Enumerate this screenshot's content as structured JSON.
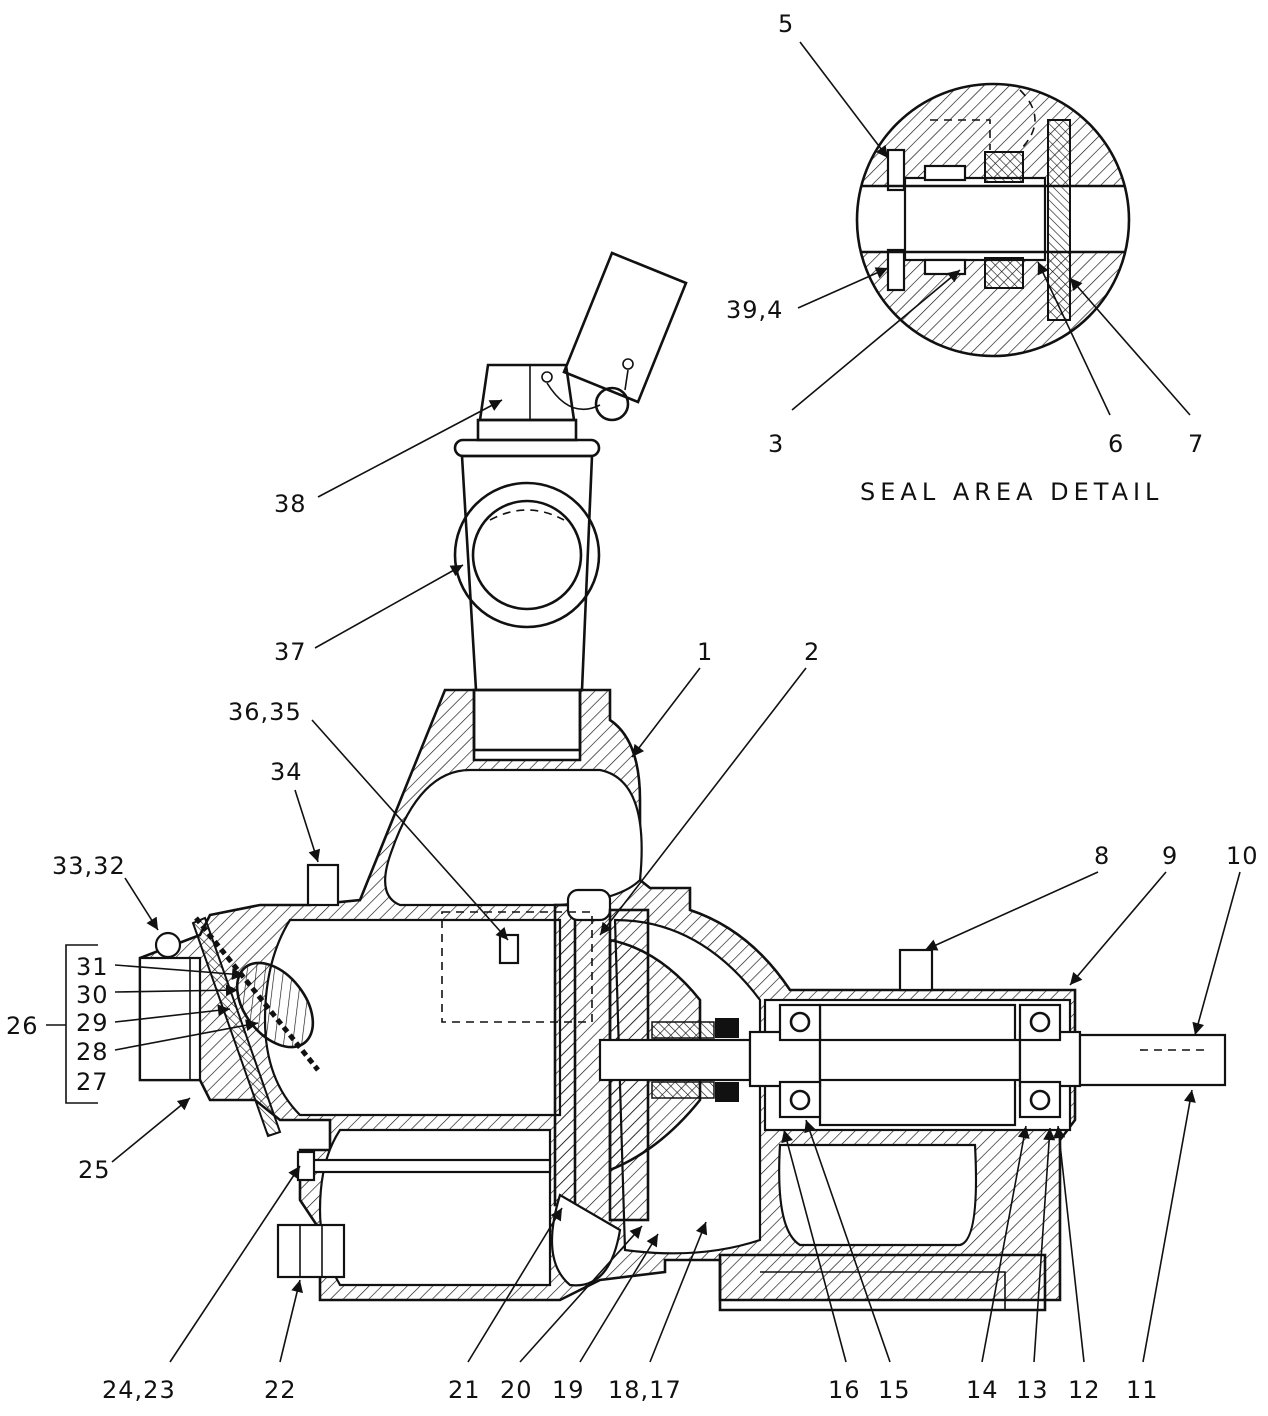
{
  "caption": "SEAL AREA DETAIL",
  "labels": [
    "5",
    "39,4",
    "3",
    "6",
    "7",
    "38",
    "37",
    "1",
    "2",
    "36,35",
    "34",
    "33,32",
    "31",
    "30",
    "29",
    "28",
    "27",
    "26",
    "25",
    "8",
    "9",
    "10",
    "11",
    "24,23",
    "22",
    "21",
    "20",
    "19",
    "18,17",
    "16",
    "15",
    "14",
    "13",
    "12"
  ]
}
